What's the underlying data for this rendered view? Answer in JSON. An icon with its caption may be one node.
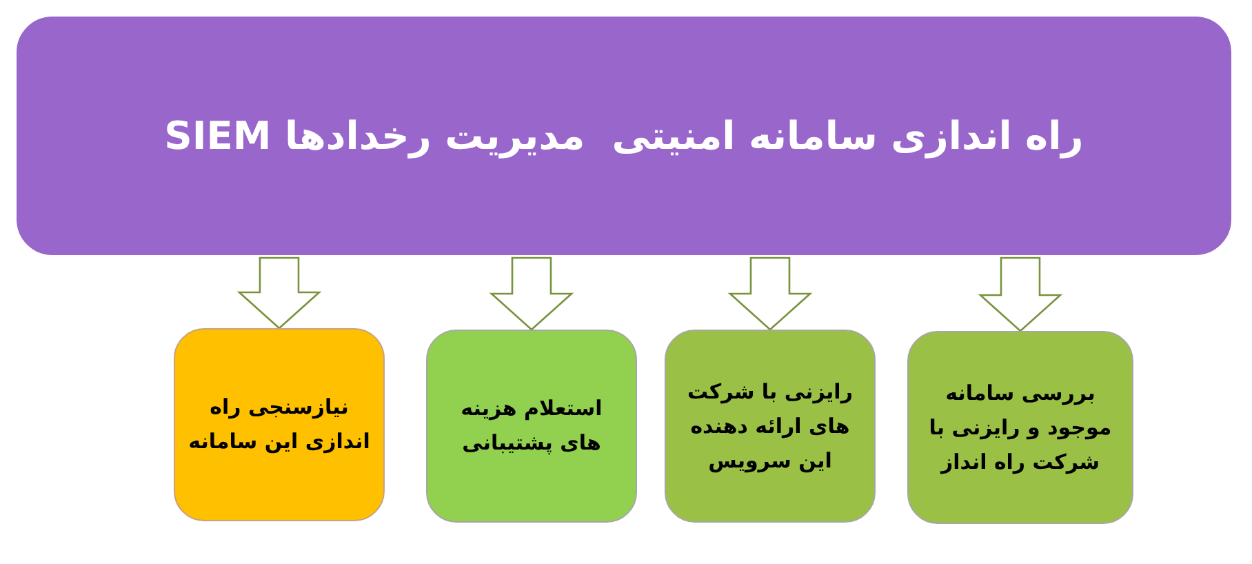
{
  "diagram": {
    "nodes": [
      {
        "text": [
          "راه اندازی سامانه امنیتی  مدیریت رخدادها SIEM"
        ]
      },
      {
        "text": [
          "بررسی سامانه موجود و رایزنی با شرکت راه انداز"
        ]
      },
      {
        "text": [
          "رایزنی با شرکت های ارائه دهنده این سرویس"
        ]
      },
      {
        "text": [
          "استعلام هزینه های پشتیبانی"
        ]
      },
      {
        "text": [
          "نیازسنجی راه اندازی این سامانه"
        ]
      }
    ],
    "edges": [
      {
        "from": 0,
        "to": 1,
        "arrow": "to"
      },
      {
        "from": 0,
        "to": 2,
        "arrow": "to"
      },
      {
        "from": 0,
        "to": 3,
        "arrow": "to"
      },
      {
        "from": 0,
        "to": 4,
        "arrow": "to"
      }
    ]
  }
}
